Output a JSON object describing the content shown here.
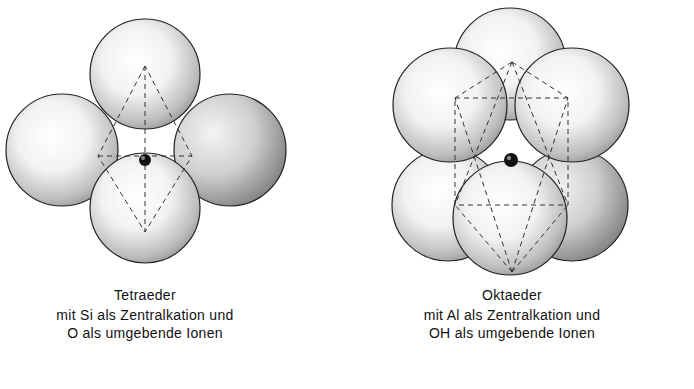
{
  "diagram": {
    "labels": [
      "Tetraeder",
      "mit Si als Zentralkation und O als umgebende Ionen",
      "Oktaeder",
      "mit Al als Zentralkation und OH als umgebende Ionen"
    ]
  }
}
